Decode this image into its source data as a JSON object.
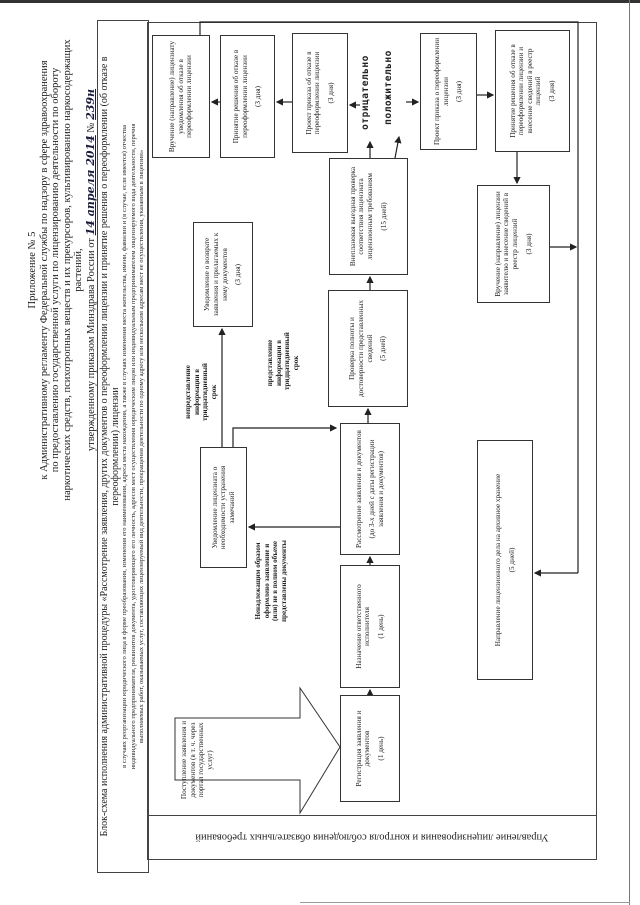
{
  "header": {
    "appendix": "Приложение № 5",
    "line1": "к Административному регламенту Федеральной службы по надзору в сфере здравоохранения",
    "line2": "по предоставлению государственной услуги по лицензированию деятельности по обороту",
    "line3": "наркотических средств, психотропных веществ и их прекурсоров, культивированию наркосодержащих растений,",
    "line4_prefix": "утвержденному приказом Минздрава России от",
    "handwritten_date": "14 апреля 2014",
    "number_sign": "№",
    "handwritten_number": "239н"
  },
  "title": {
    "line1": "Блок-схема исполнения административной процедуры «Рассмотрение заявления, других документов о переоформлении лицензии и принятие решения о переоформлении (об отказе в переоформлении) лицензии",
    "line2": "в случаях реорганизации юридического лица в форме преобразования, изменения его наименования, адреса места нахождения, а также в случаях изменения места жительства, имени, фамилии и (в случае, если имеется) отчества",
    "line3": "индивидуального предпринимателя, реквизитов документа, удостоверяющего его личность, адресов мест осуществления юридическим лицом или индивидуальным предпринимателем лицензируемого вида деятельности, перечня",
    "line4": "выполняемых работ, оказываемых услуг, составляющих лицензируемый вид деятельности, прекращения деятельности по одному адресу или нескольким адресам мест ее осуществления, указанным в лицензии»"
  },
  "lane_label": "Управление лицензирования и контроля соблюдения обязательных требований",
  "boxes": {
    "receipt": "Поступление заявления и документов (в т. ч. через портал государственных услуг)",
    "registration": {
      "text": "Регистрация заявления и документов",
      "duration": "(1 день)"
    },
    "assignment": {
      "text": "Назначение ответственного исполнителя",
      "duration": "(1 день)"
    },
    "review": {
      "text": "Рассмотрение заявления и документов",
      "duration": "(до 3-х дней с даты регистрации заявления и документов)"
    },
    "notify_fix": {
      "text": "Уведомление лицензиата о необходимости устранения замечаний"
    },
    "notify_return": {
      "text": "Уведомление о возврате заявления и прилагаемых к нему документов",
      "duration": "(3 дня)"
    },
    "verification": {
      "text": "Проверка полноты и достоверности представленных сведений",
      "duration": "(5 дней)"
    },
    "inspection": {
      "text": "Внеплановая выездная проверка соответствия лицензиата лицензионным требованиям",
      "duration": "(15 дней)"
    },
    "draft_refusal": {
      "text": "Проект приказа об отказе в переоформлении лицензии",
      "duration": "(3 дня)"
    },
    "decision_refusal": {
      "text": "Принятие решения об отказе в переоформлении лицензии",
      "duration": "(3 дня)"
    },
    "deliver_refusal": {
      "text": "Вручение (направление) лицензиату уведомления об отказе в переоформлении лицензии"
    },
    "draft_reissue": {
      "text": "Проект приказа о переоформлении лицензии",
      "duration": "(3 дня)"
    },
    "decision_reissue": {
      "text": "Принятие решения об отказе в переоформлении лицензии и внесение сведений в реестр лицензий",
      "duration": "(3 дня)"
    },
    "deliver_license": {
      "text": "Вручение (направление) лицензии заявителю и внесение сведений в реестр лицензий",
      "duration": "(3 дня)"
    },
    "archive": {
      "text": "Направление лицензионного дела на архивное хранение",
      "duration": "(5 дней)"
    }
  },
  "labels": {
    "improper": "Ненадлежащим образом оформлено заявление и (или) не в полном объеме представлены документы",
    "not_provided": "непредставление информации в тридцатидневный срок",
    "provided": "представление информации в тридцатидневный срок",
    "negative": "отрицательно",
    "positive": "положительно"
  }
}
